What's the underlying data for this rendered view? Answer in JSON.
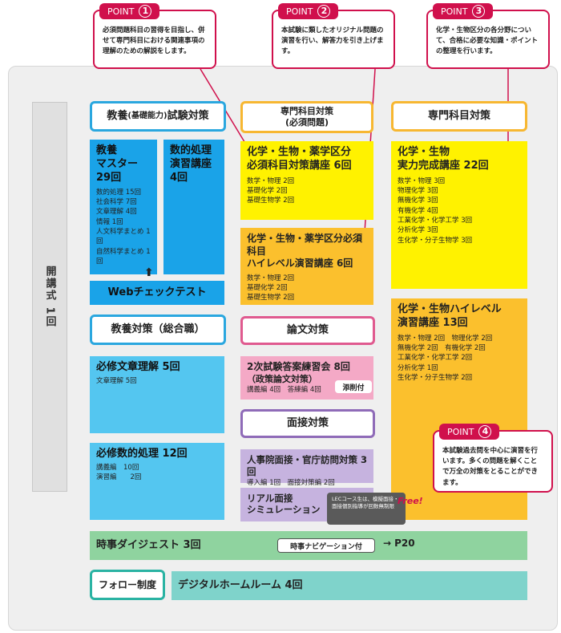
{
  "points": [
    {
      "label": "POINT",
      "num": "1",
      "text": "必須問題科目の習得を目指し、併せて専門科目における関連事項の理解のための解説をします。"
    },
    {
      "label": "POINT",
      "num": "2",
      "text": "本試験に類したオリジナル問題の演習を行い、解答力を引き上げます。"
    },
    {
      "label": "POINT",
      "num": "3",
      "text": "化学・生物区分の各分野について、合格に必要な知識・ポイントの整理を行います。"
    },
    {
      "label": "POINT",
      "num": "4",
      "text": "本試験過去問を中心に演習を行います。多くの問題を解くことで万全の対策をとることができます。"
    }
  ],
  "left_label": "開講式 1回",
  "headers": {
    "kyoyo_kiso_main1": "教養",
    "kyoyo_kiso_small": "(基礎能力)",
    "kyoyo_kiso_main2": "試験対策",
    "senmon_hissu_line1": "専門科目対策",
    "senmon_hissu_line2": "(必須問題)",
    "senmon": "専門科目対策",
    "kyoyo_sogo": "教養対策（総合職）",
    "ronbun": "論文対策",
    "mensetsu": "面接対策",
    "follow": "フォロー制度"
  },
  "kyoyo_master": {
    "title_lines": [
      "教養",
      "マスター",
      "29回"
    ],
    "items": [
      "数的処理 15回",
      "社会科学 7回",
      "文章理解 4回",
      "情報 1回",
      "人文科学まとめ 1回",
      "自然科学まとめ 1回"
    ]
  },
  "suteki": {
    "title_lines": [
      "数的処理",
      "演習講座",
      "4回"
    ]
  },
  "web_check": "Webチェックテスト",
  "hissu_koza": {
    "title_lines": [
      "化学・生物・薬学区分",
      "必須科目対策講座 6回"
    ],
    "items": [
      "数学・物理 2回",
      "基礎化学 2回",
      "基礎生物学 2回"
    ]
  },
  "hissu_high": {
    "title_lines": [
      "化学・生物・薬学区分必須科目",
      "ハイレベル演習講座 6回"
    ],
    "items": [
      "数学・物理 2回",
      "基礎化学 2回",
      "基礎生物学 2回"
    ]
  },
  "jitsuryoku": {
    "title_lines": [
      "化学・生物",
      "実力完成講座 22回"
    ],
    "items": [
      "数学・物理 3回",
      "物理化学 3回",
      "無機化学 3回",
      "有機化学 4回",
      "工業化学・化学工学 3回",
      "分析化学 3回",
      "生化学・分子生物学 3回"
    ]
  },
  "high_enshu": {
    "title_lines": [
      "化学・生物ハイレベル",
      "演習講座 13回"
    ],
    "items": [
      "数学・物理 2回　物理化学 2回",
      "無機化学 2回　有機化学 2回",
      "工業化学・化学工学 2回",
      "分析化学 1回",
      "生化学・分子生物学 2回"
    ]
  },
  "bunsho": {
    "title": "必修文章理解 5回",
    "items": [
      "文章理解 5回"
    ]
  },
  "suteki_hissu": {
    "title": "必修数的処理 12回",
    "items": [
      "講義編　10回",
      "演習編　　2回"
    ]
  },
  "niji": {
    "title_lines": [
      "2次試験答案練習会 8回",
      "（政策論文対策）"
    ],
    "items": [
      "講義編 4回　答練編 4回"
    ],
    "badge": "添削付"
  },
  "jinji": {
    "title": "人事院面接・官庁訪問対策 3回",
    "items": [
      "導入編 1回　面接対策編 2回"
    ]
  },
  "real": {
    "title_lines": [
      "リアル面接",
      "シミュレーション"
    ],
    "note": "LECコース生は、模擬面接・面接個別指導が回数無制限",
    "free": "Free!"
  },
  "jiji": {
    "title": "時事ダイジェスト 3回",
    "badge": "時事ナビゲーション付",
    "page": "P20"
  },
  "digital": "デジタルホームルーム 4回",
  "colors": {
    "point": "#d0104c",
    "blue": "#1aa3e8",
    "yellow": "#fff200",
    "orange": "#fbc02d"
  }
}
